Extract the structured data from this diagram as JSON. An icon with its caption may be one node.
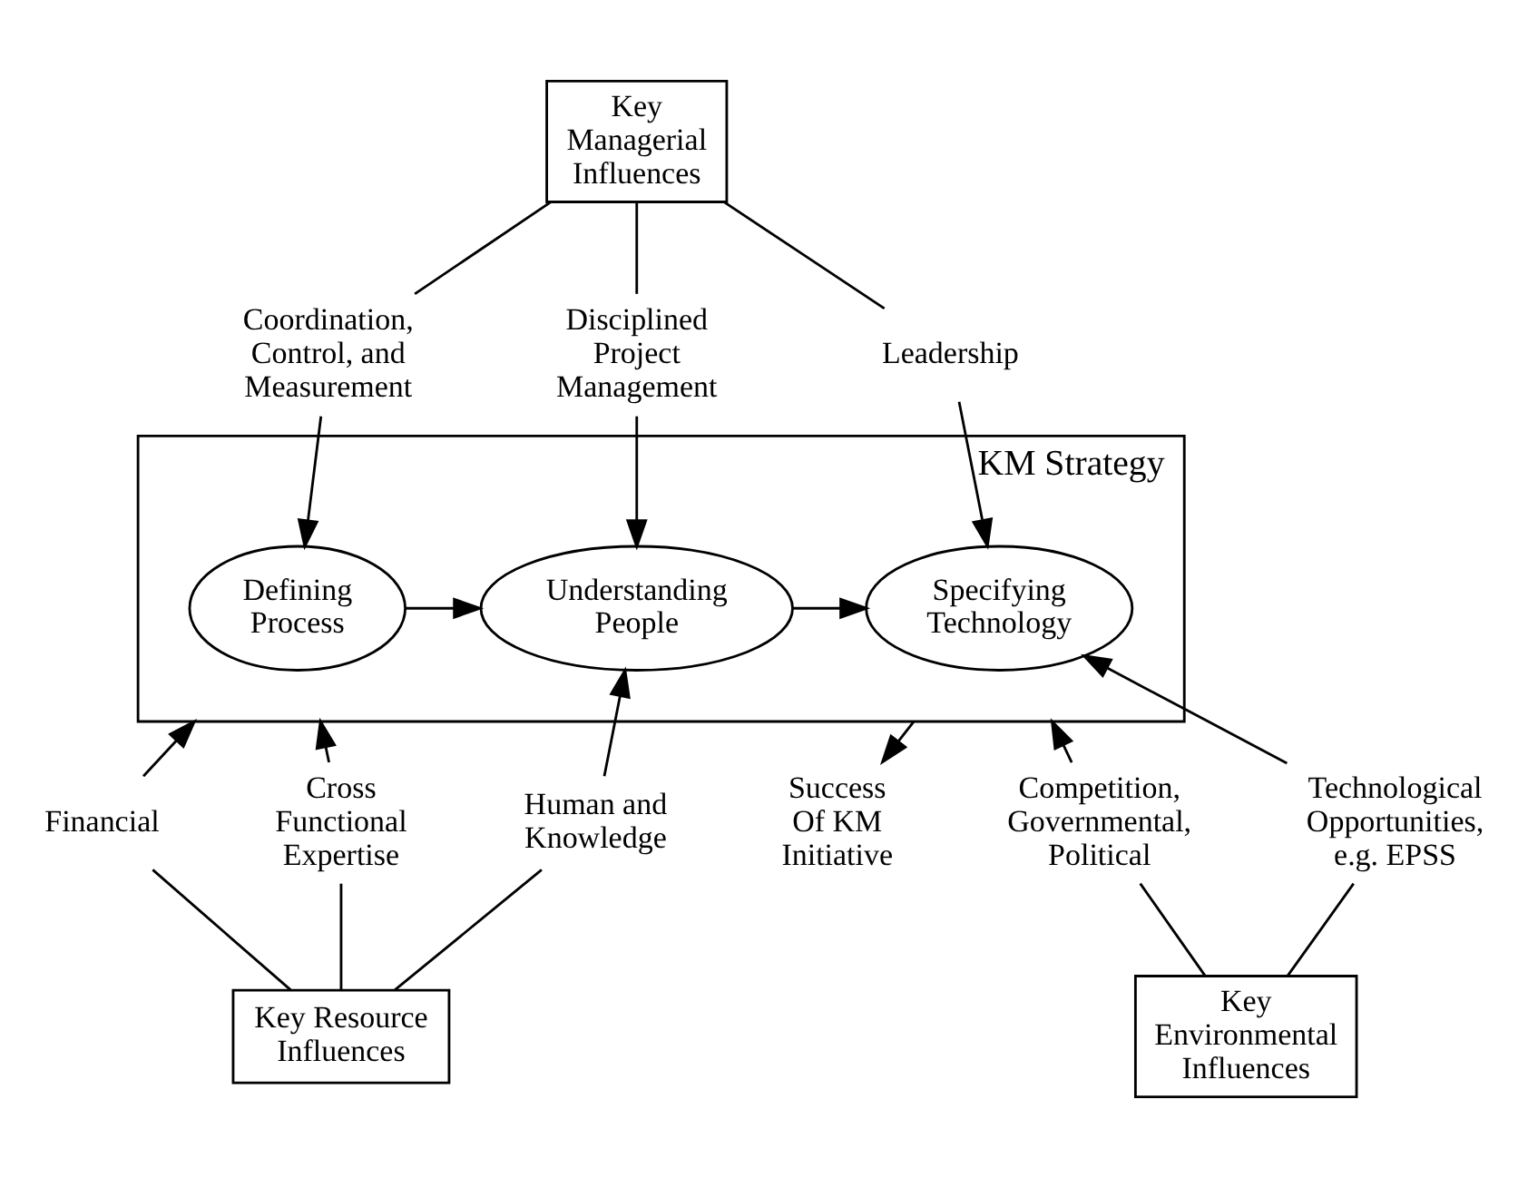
{
  "diagram": {
    "nodes": [
      {
        "text": [
          "Key Managerial Influences"
        ]
      },
      {
        "text": [
          "Coordination, Control, and Measurement"
        ]
      },
      {
        "text": [
          "Disciplined Project Management"
        ]
      },
      {
        "text": [
          "Leadership"
        ]
      },
      {
        "text": [
          "KM Strategy"
        ]
      },
      {
        "text": [
          "Defining Process"
        ],
        "in": 4
      },
      {
        "text": [
          "Understanding People"
        ],
        "in": 4
      },
      {
        "text": [
          "Specifying Technology"
        ],
        "in": 4
      },
      {
        "text": [
          "Success Of KM Initiative"
        ]
      },
      {
        "text": [
          "Financial"
        ]
      },
      {
        "text": [
          "Cross Functional Expertise"
        ]
      },
      {
        "text": [
          "Human and Knowledge"
        ]
      },
      {
        "text": [
          "Key Resource Influences"
        ]
      },
      {
        "text": [
          "Competition, Governmental, Political"
        ]
      },
      {
        "text": [
          "Technological Opportunities, e.g. EPSS"
        ]
      },
      {
        "text": [
          "Key Environmental Influences"
        ]
      }
    ],
    "edges": [
      {
        "from": 0,
        "to": 1,
        "arrow": "none"
      },
      {
        "from": 0,
        "to": 2,
        "arrow": "none"
      },
      {
        "from": 0,
        "to": 3,
        "arrow": "none"
      },
      {
        "from": 1,
        "to": 5,
        "arrow": "to"
      },
      {
        "from": 2,
        "to": 6,
        "arrow": "to"
      },
      {
        "from": 3,
        "to": 7,
        "arrow": "to"
      },
      {
        "from": 5,
        "to": 6,
        "arrow": "to"
      },
      {
        "from": 6,
        "to": 7,
        "arrow": "to"
      },
      {
        "from": 4,
        "to": 8,
        "arrow": "to"
      },
      {
        "from": 9,
        "to": 4,
        "arrow": "to"
      },
      {
        "from": 10,
        "to": 4,
        "arrow": "to"
      },
      {
        "from": 11,
        "to": 6,
        "arrow": "to"
      },
      {
        "from": 13,
        "to": 4,
        "arrow": "to"
      },
      {
        "from": 14,
        "to": 7,
        "arrow": "to"
      },
      {
        "from": 9,
        "to": 12,
        "arrow": "none"
      },
      {
        "from": 10,
        "to": 12,
        "arrow": "none"
      },
      {
        "from": 11,
        "to": 12,
        "arrow": "none"
      },
      {
        "from": 13,
        "to": 15,
        "arrow": "none"
      },
      {
        "from": 14,
        "to": 15,
        "arrow": "none"
      }
    ]
  }
}
